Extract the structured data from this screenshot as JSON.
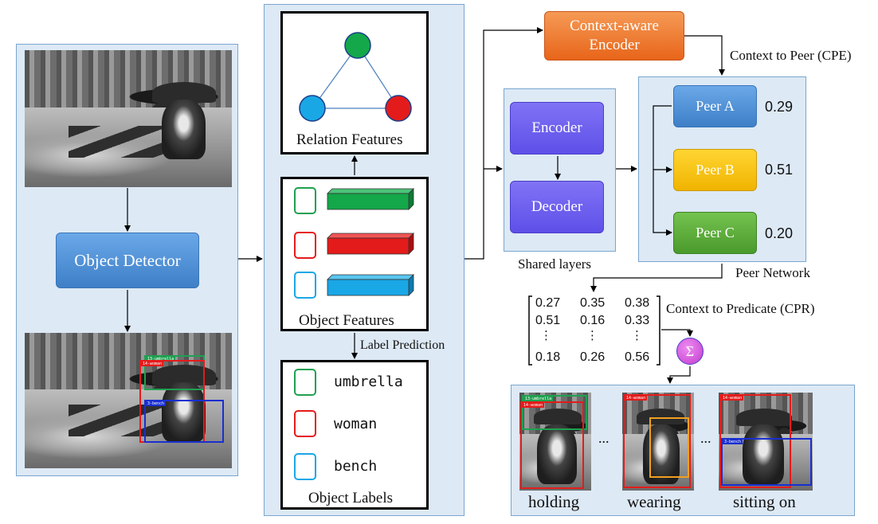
{
  "object_detector": {
    "label": "Object Detector"
  },
  "relation_features": {
    "label": "Relation Features"
  },
  "object_features": {
    "label": "Object Features"
  },
  "label_prediction": {
    "label": "Label Prediction"
  },
  "object_labels": {
    "label": "Object Labels",
    "items": [
      "umbrella",
      "woman",
      "bench"
    ]
  },
  "context_encoder": {
    "label_line1": "Context-aware",
    "label_line2": "Encoder"
  },
  "cpe": {
    "label": "Context to Peer (CPE)"
  },
  "shared_layers": {
    "label": "Shared layers",
    "encoder": "Encoder",
    "decoder": "Decoder"
  },
  "peer_network": {
    "label": "Peer Network",
    "peers": [
      {
        "name": "Peer A",
        "score": "0.29"
      },
      {
        "name": "Peer B",
        "score": "0.51"
      },
      {
        "name": "Peer C",
        "score": "0.20"
      }
    ]
  },
  "matrix": {
    "rows": [
      [
        "0.27",
        "0.35",
        "0.38"
      ],
      [
        "0.51",
        "0.16",
        "0.33"
      ],
      [
        "⋮",
        "⋮",
        "⋮"
      ],
      [
        "0.18",
        "0.26",
        "0.56"
      ]
    ]
  },
  "cpr": {
    "label": "Context to Predicate (CPR)"
  },
  "sum": {
    "symbol": "Σ"
  },
  "predicates": {
    "items": [
      "holding",
      "wearing",
      "sitting on"
    ],
    "ellipsis": "..."
  },
  "detection_tags": {
    "umbrella": "13-umbrella",
    "woman": "14-woman",
    "bench": "3-bench"
  },
  "colors": {
    "panel_bg": "#dde9f5",
    "panel_border": "#7aa6cf",
    "detector_blue": "#4a90d9",
    "encoder_purple": "#6b5ff0",
    "context_orange": "#f07a2a",
    "peer_a_blue": "#4a8fd6",
    "peer_b_yellow": "#f5c000",
    "peer_c_green": "#5aaa3a",
    "green": "#1fa050",
    "red": "#e41b1b",
    "cyan": "#1aa7e6",
    "sum_magenta": "#d04ad8"
  }
}
